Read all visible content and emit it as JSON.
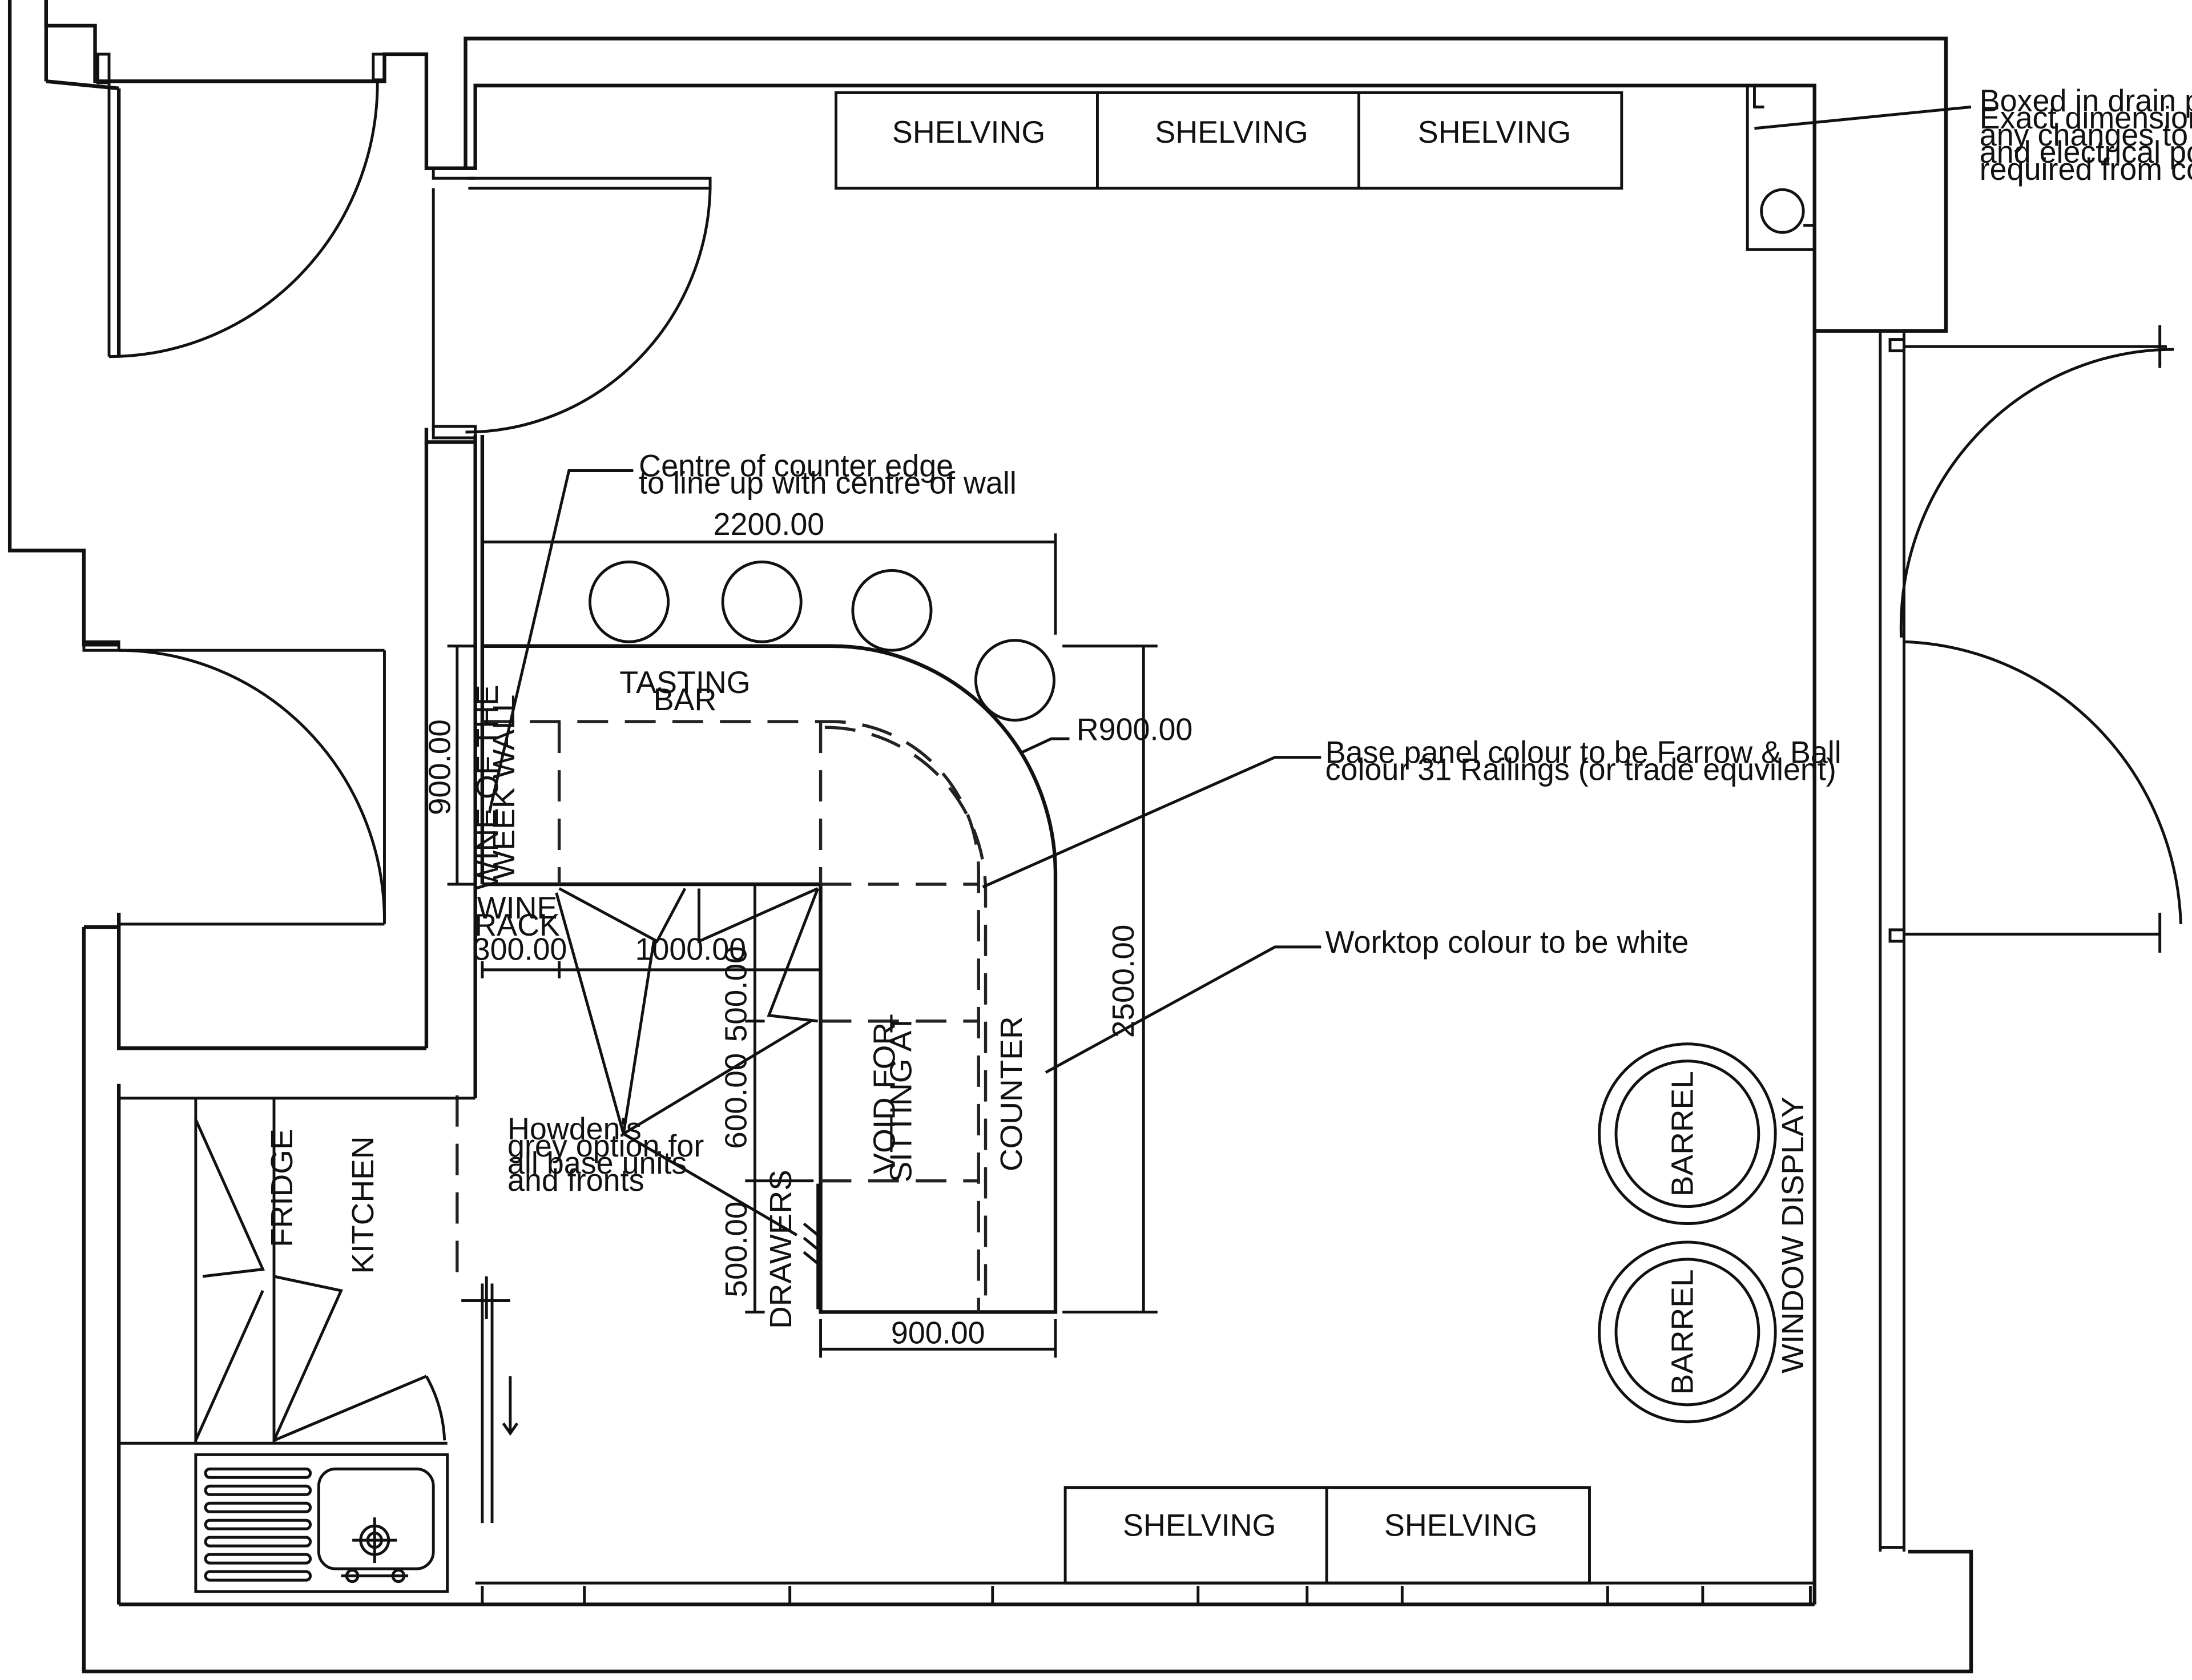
{
  "labels": {
    "shelving": "SHELVING",
    "tasting_bar_1": "TASTING",
    "tasting_bar_2": "BAR",
    "wine_week_1": "WINE OF THE",
    "wine_week_2": "WEEK WALL",
    "wine_rack_1": "WINE",
    "wine_rack_2": "RACK",
    "void_1": "VOID FOR",
    "void_2": "SITTING AT",
    "counter": "COUNTER",
    "drawers": "DRAWERS",
    "fridge": "FRIDGE",
    "kitchen": "KITCHEN",
    "barrel": "BARREL",
    "window_display": "WINDOW DISPLAY"
  },
  "dimensions": {
    "d2200": "2200.00",
    "d900_left": "900.00",
    "d300": "300.00",
    "d1000": "1000.00",
    "d500_top": "500.00",
    "d600": "600.00",
    "d500_bottom": "500.00",
    "d2500": "2500.00",
    "d900_bottom": "900.00",
    "r900": "R900.00"
  },
  "notes": {
    "drain": [
      "Boxed in drain pipe.",
      "Exact dimensions and",
      "any changes to lighting",
      "and electrical positions",
      "required from contractor."
    ],
    "counter_edge": [
      "Centre of counter edge",
      "to line up with centre of wall"
    ],
    "base_panel": [
      "Base panel colour to be Farrow & Ball",
      "colour 31 Railings (or trade equvilent)"
    ],
    "worktop": [
      "Worktop colour to be white"
    ],
    "howdens": [
      "Howden's",
      "grey option for",
      "all base units",
      "and fronts"
    ]
  }
}
